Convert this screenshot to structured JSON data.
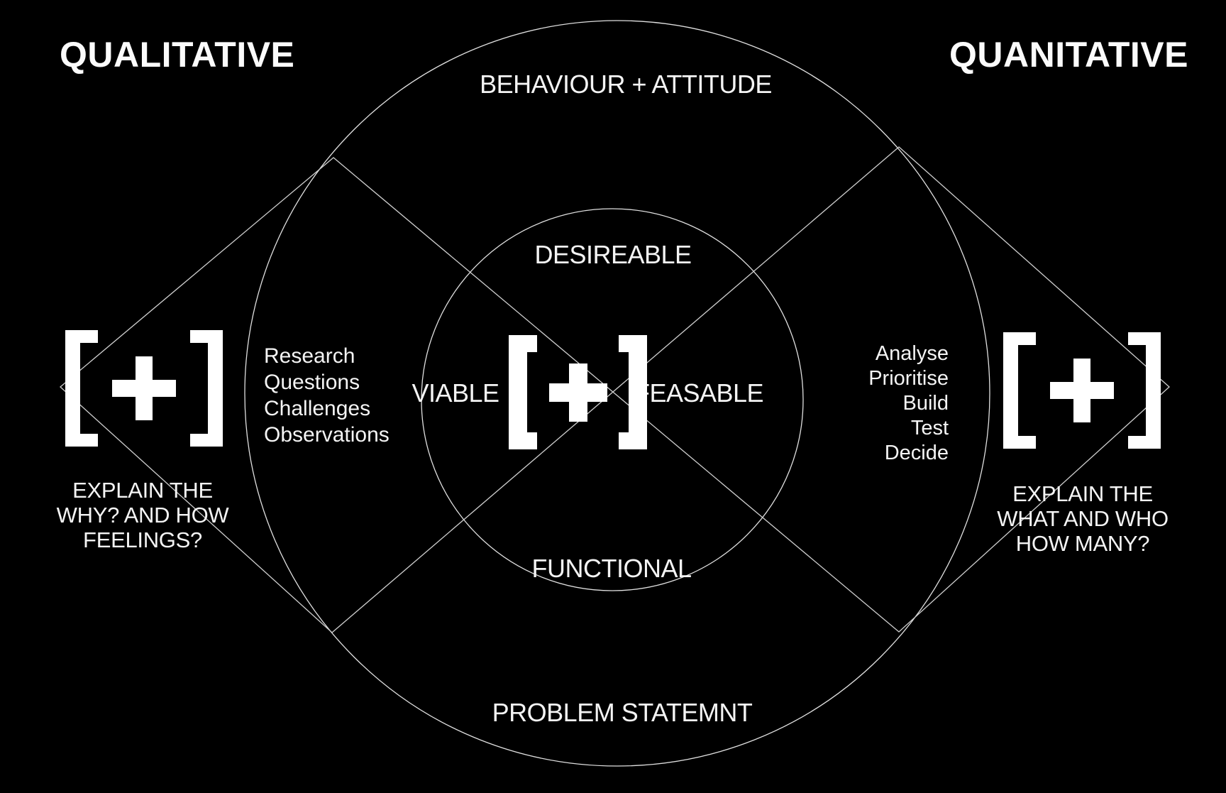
{
  "colors": {
    "background": "#000000",
    "text": "#ffffff",
    "line": "#d6d6d6"
  },
  "header": {
    "left_label": "QUALITATIVE",
    "right_label": "QUANITATIVE"
  },
  "outer_ring": {
    "top_label": "BEHAVIOUR + ATTITUDE",
    "bottom_label": "PROBLEM STATEMNT"
  },
  "inner_ring": {
    "top_label": "DESIREABLE",
    "left_label": "VIABLE",
    "right_label": "FEASABLE",
    "bottom_label": "FUNCTIONAL"
  },
  "left_side": {
    "items": [
      "Research",
      "Questions",
      "Challenges",
      "Observations"
    ],
    "caption_lines": [
      "EXPLAIN THE",
      "WHY? AND HOW",
      "FEELINGS?"
    ]
  },
  "right_side": {
    "items": [
      "Analyse",
      "Prioritise",
      "Build",
      "Test",
      "Decide"
    ],
    "caption_lines": [
      "EXPLAIN THE",
      "WHAT AND WHO",
      "HOW MANY?"
    ]
  },
  "icons": {
    "logo": "bracket-plus-logo"
  }
}
